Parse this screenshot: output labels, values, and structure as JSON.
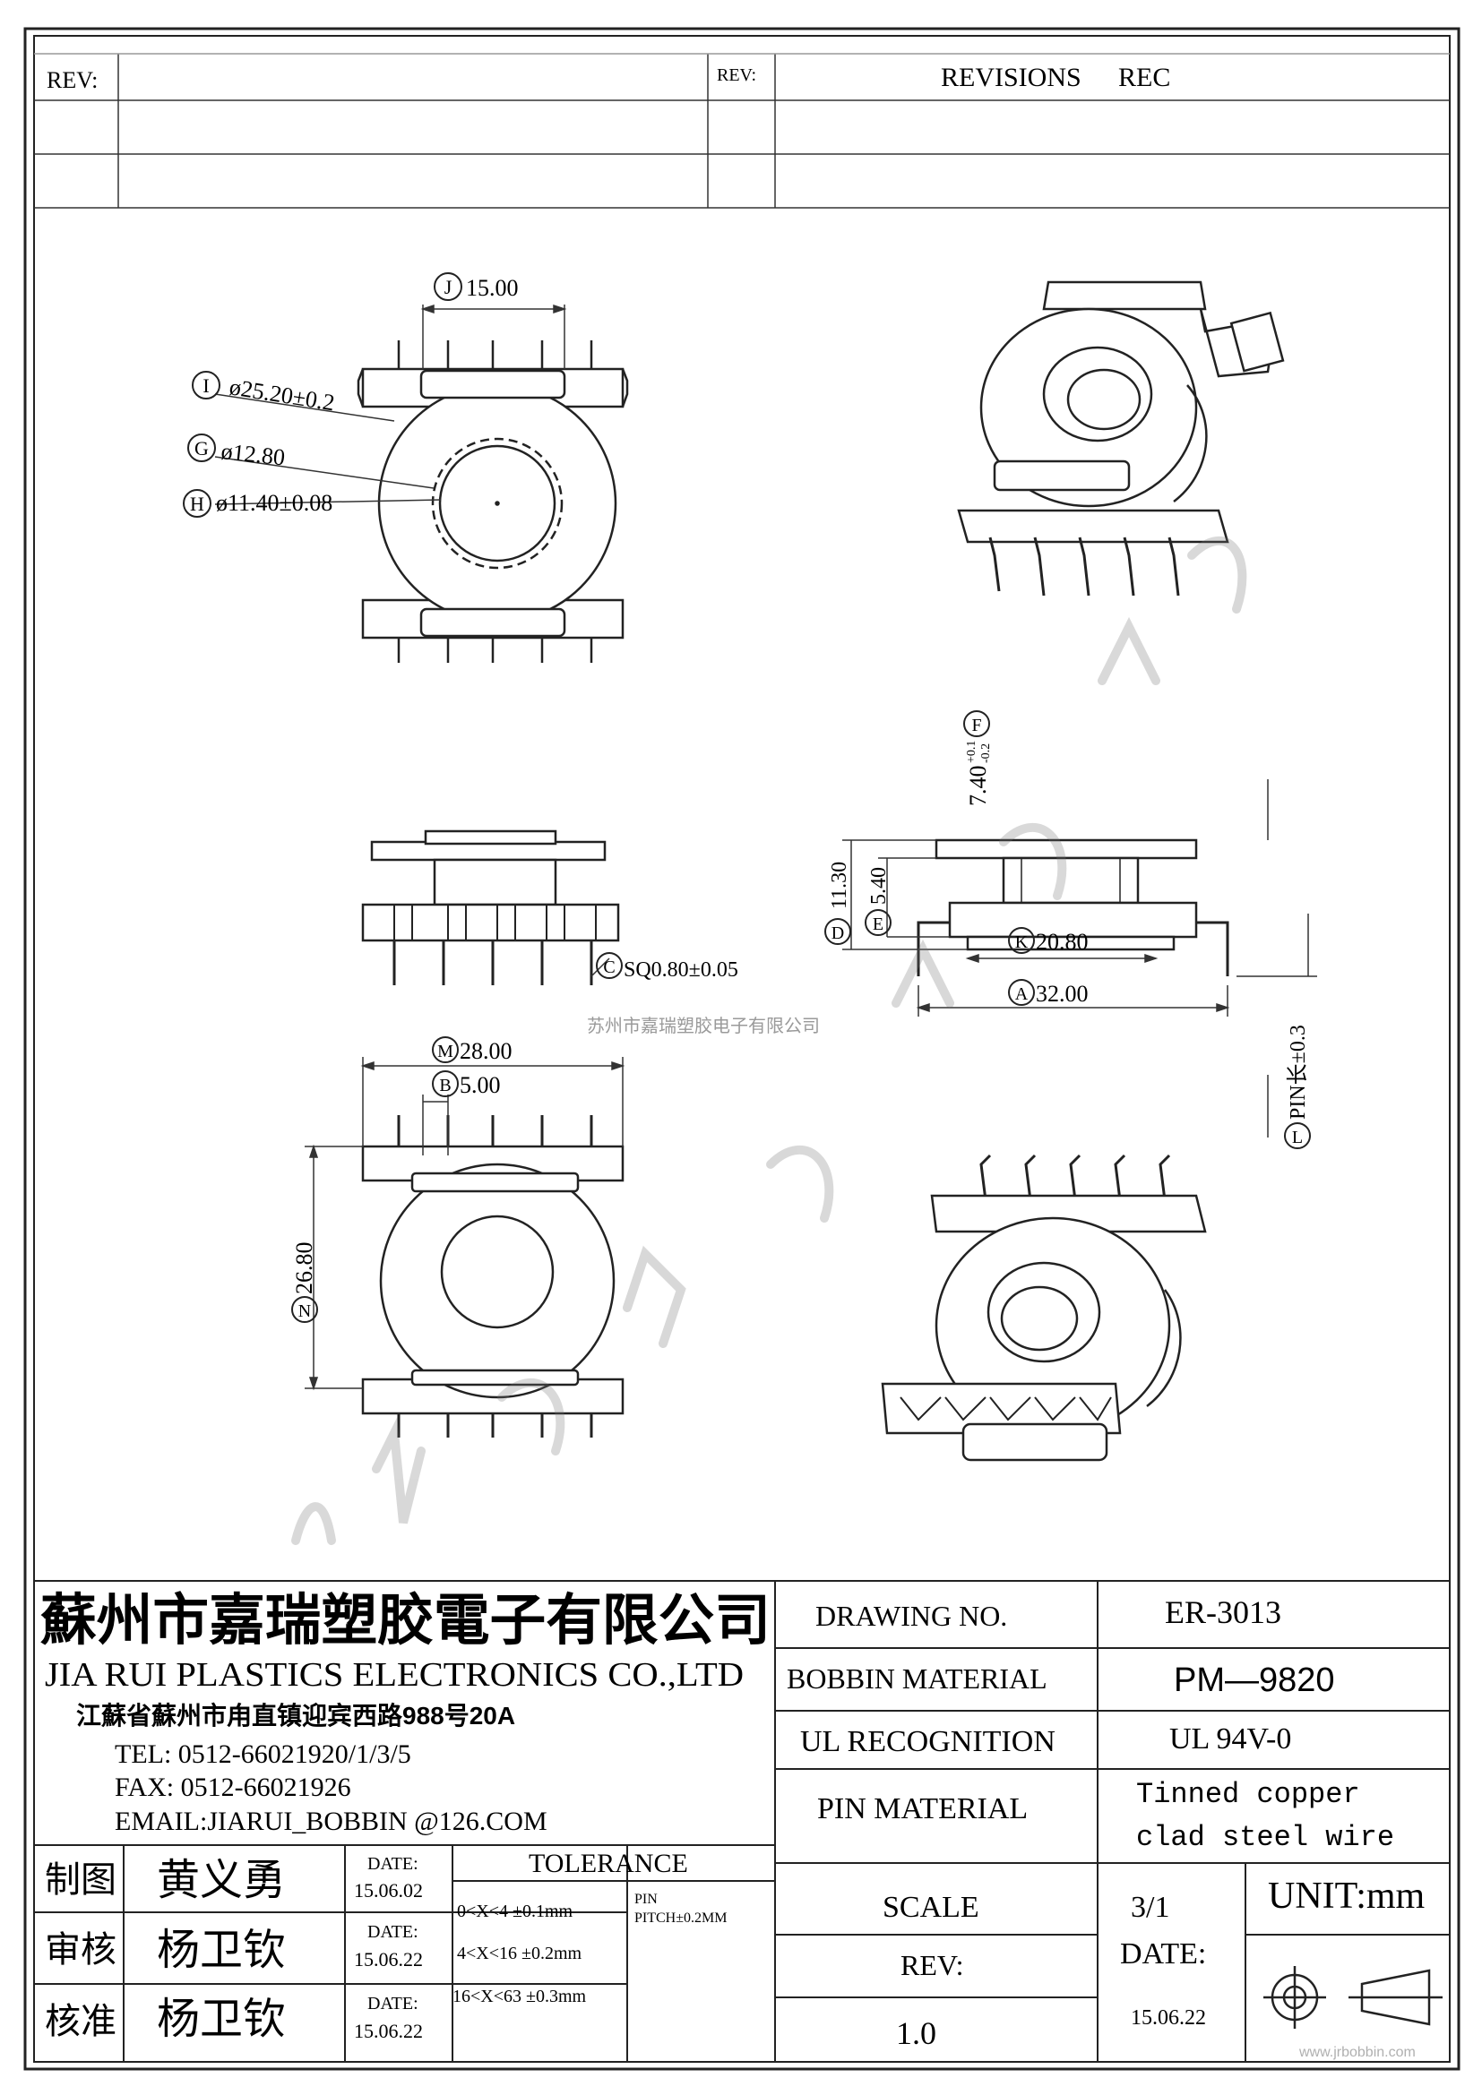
{
  "revision_block": {
    "rev_label_left": "REV:",
    "rev_label_mid": "REV:",
    "revisions_label": "REVISIONS",
    "rec_label": "REC"
  },
  "dimensions": {
    "J": {
      "letter": "J",
      "value": "15.00"
    },
    "I": {
      "letter": "I",
      "value": "ø25.20±0.2"
    },
    "G": {
      "letter": "G",
      "value": "ø12.80"
    },
    "H": {
      "letter": "H",
      "value": "ø11.40±0.08"
    },
    "C": {
      "letter": "C",
      "value": "SQ0.80±0.05"
    },
    "F": {
      "letter": "F",
      "value": "7.40",
      "tol_upper": "+0.1",
      "tol_lower": "-0.2"
    },
    "D": {
      "letter": "D",
      "value": "11.30"
    },
    "E": {
      "letter": "E",
      "value": "5.40"
    },
    "K": {
      "letter": "K",
      "value": "20.80"
    },
    "A": {
      "letter": "A",
      "value": "32.00"
    },
    "L": {
      "letter": "L",
      "value": "PIN长±0.3"
    },
    "M": {
      "letter": "M",
      "value": "28.00"
    },
    "B": {
      "letter": "B",
      "value": "5.00"
    },
    "N": {
      "letter": "N",
      "value": "26.80"
    }
  },
  "watermark_center": "苏州市嘉瑞塑胶电子有限公司",
  "company": {
    "name_cn": "蘇州市嘉瑞塑胶電子有限公司",
    "name_en": "JIA RUI PLASTICS ELECTRONICS CO.,LTD",
    "address": "江蘇省蘇州市甪直镇迎宾西路988号20A",
    "tel": "TEL: 0512-66021920/1/3/5",
    "fax": "FAX: 0512-66021926",
    "email": "EMAIL:JIARUI_BOBBIN @126.COM"
  },
  "spec": {
    "drawing_no_label": "DRAWING  NO.",
    "drawing_no": "ER-3013",
    "bobbin_material_label": "BOBBIN  MATERIAL",
    "bobbin_material": "PM—9820",
    "ul_label": "UL RECOGNITION",
    "ul_value": "UL 94V-0",
    "pin_material_label": "PIN MATERIAL",
    "pin_material_line1": "Tinned copper",
    "pin_material_line2": "clad steel wire",
    "scale_label": "SCALE",
    "scale_value": "3/1",
    "unit": "UNIT:mm",
    "rev_label": "REV:",
    "rev_value": "1.0",
    "date_label": "DATE:",
    "date_value": "15.06.22"
  },
  "approvals": [
    {
      "role": "制图",
      "name": "黄义勇",
      "date_label": "DATE:",
      "date": "15.06.02"
    },
    {
      "role": "审核",
      "name": "杨卫钦",
      "date_label": "DATE:",
      "date": "15.06.22"
    },
    {
      "role": "核准",
      "name": "杨卫钦",
      "date_label": "DATE:",
      "date": "15.06.22"
    }
  ],
  "tolerance": {
    "title": "TOLERANCE",
    "rows": [
      "0<X<4  ±0.1mm",
      "4<X<16 ±0.2mm",
      "16<X<63 ±0.3mm"
    ],
    "pin_label": "PIN",
    "pin_pitch": "PITCH±0.2MM"
  },
  "website": "www.jrbobbin.com"
}
